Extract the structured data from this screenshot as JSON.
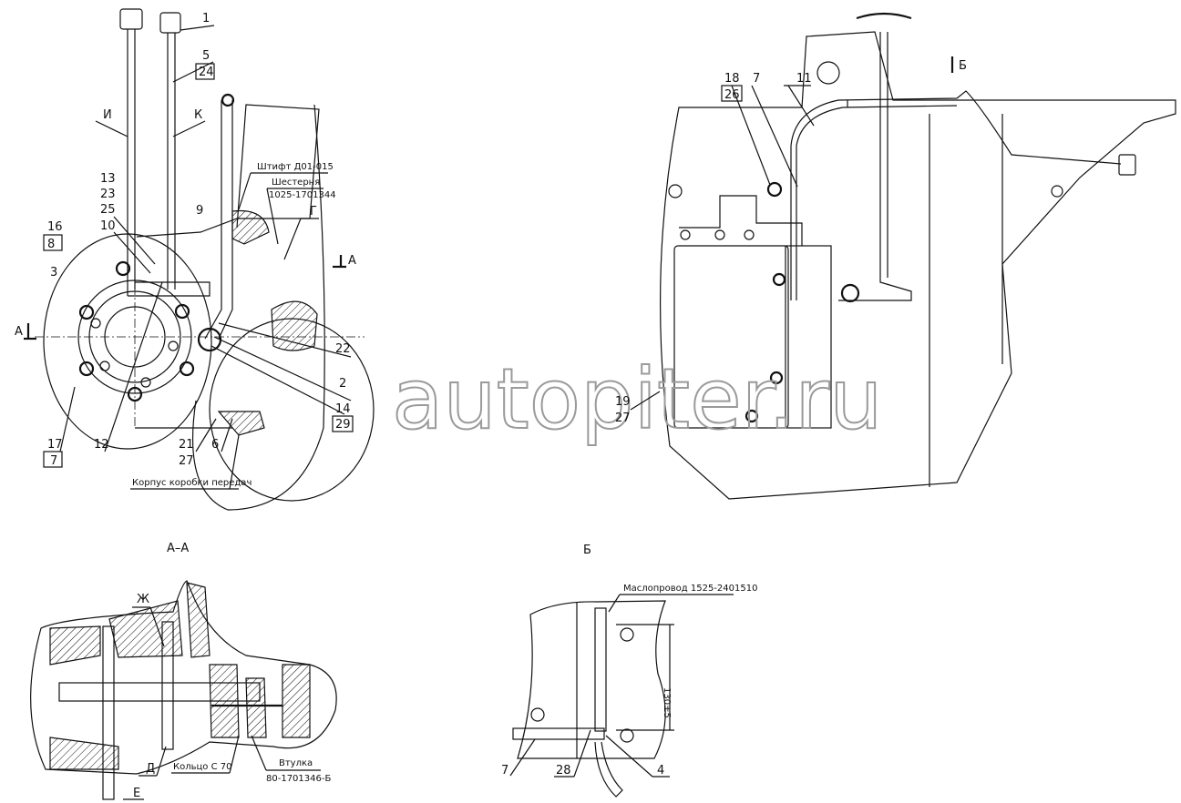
{
  "watermark": "autopiter.ru",
  "main_view": {
    "labels": {
      "l1": "1",
      "l5": "5",
      "l24": "24",
      "lI": "И",
      "lK": "К",
      "l13": "13",
      "l23": "23",
      "l25": "25",
      "l10": "10",
      "l9": "9",
      "l16": "16",
      "l8": "8",
      "l3": "3",
      "secA_left": "А",
      "secA_right": "А",
      "pin": "Штифт Д01-015",
      "gear": "Шестерня",
      "gear_no": "1025-1701344",
      "lG": "Г",
      "l22": "22",
      "l2": "2",
      "l14": "14",
      "l29": "29",
      "l17": "17",
      "l7": "7",
      "l12": "12",
      "l21": "21",
      "l27": "27",
      "l6": "6",
      "housing": "Корпус коробки передач"
    }
  },
  "side_view": {
    "labels": {
      "l18": "18",
      "l26": "26",
      "l7": "7",
      "l11": "11",
      "viewB": "Б",
      "l19": "19",
      "l27": "27"
    }
  },
  "section_aa": {
    "title": "А–А",
    "labels": {
      "lZh": "Ж",
      "lD": "Д",
      "lE": "Е",
      "ring": "Кольцо С 70",
      "bushing": "Втулка",
      "bushing_no": "80-1701346-Б"
    }
  },
  "view_b": {
    "title": "Б",
    "labels": {
      "oil_line": "Маслопровод 1525-2401510",
      "dim": "130±5",
      "l7": "7",
      "l28": "28",
      "l4": "4"
    }
  }
}
